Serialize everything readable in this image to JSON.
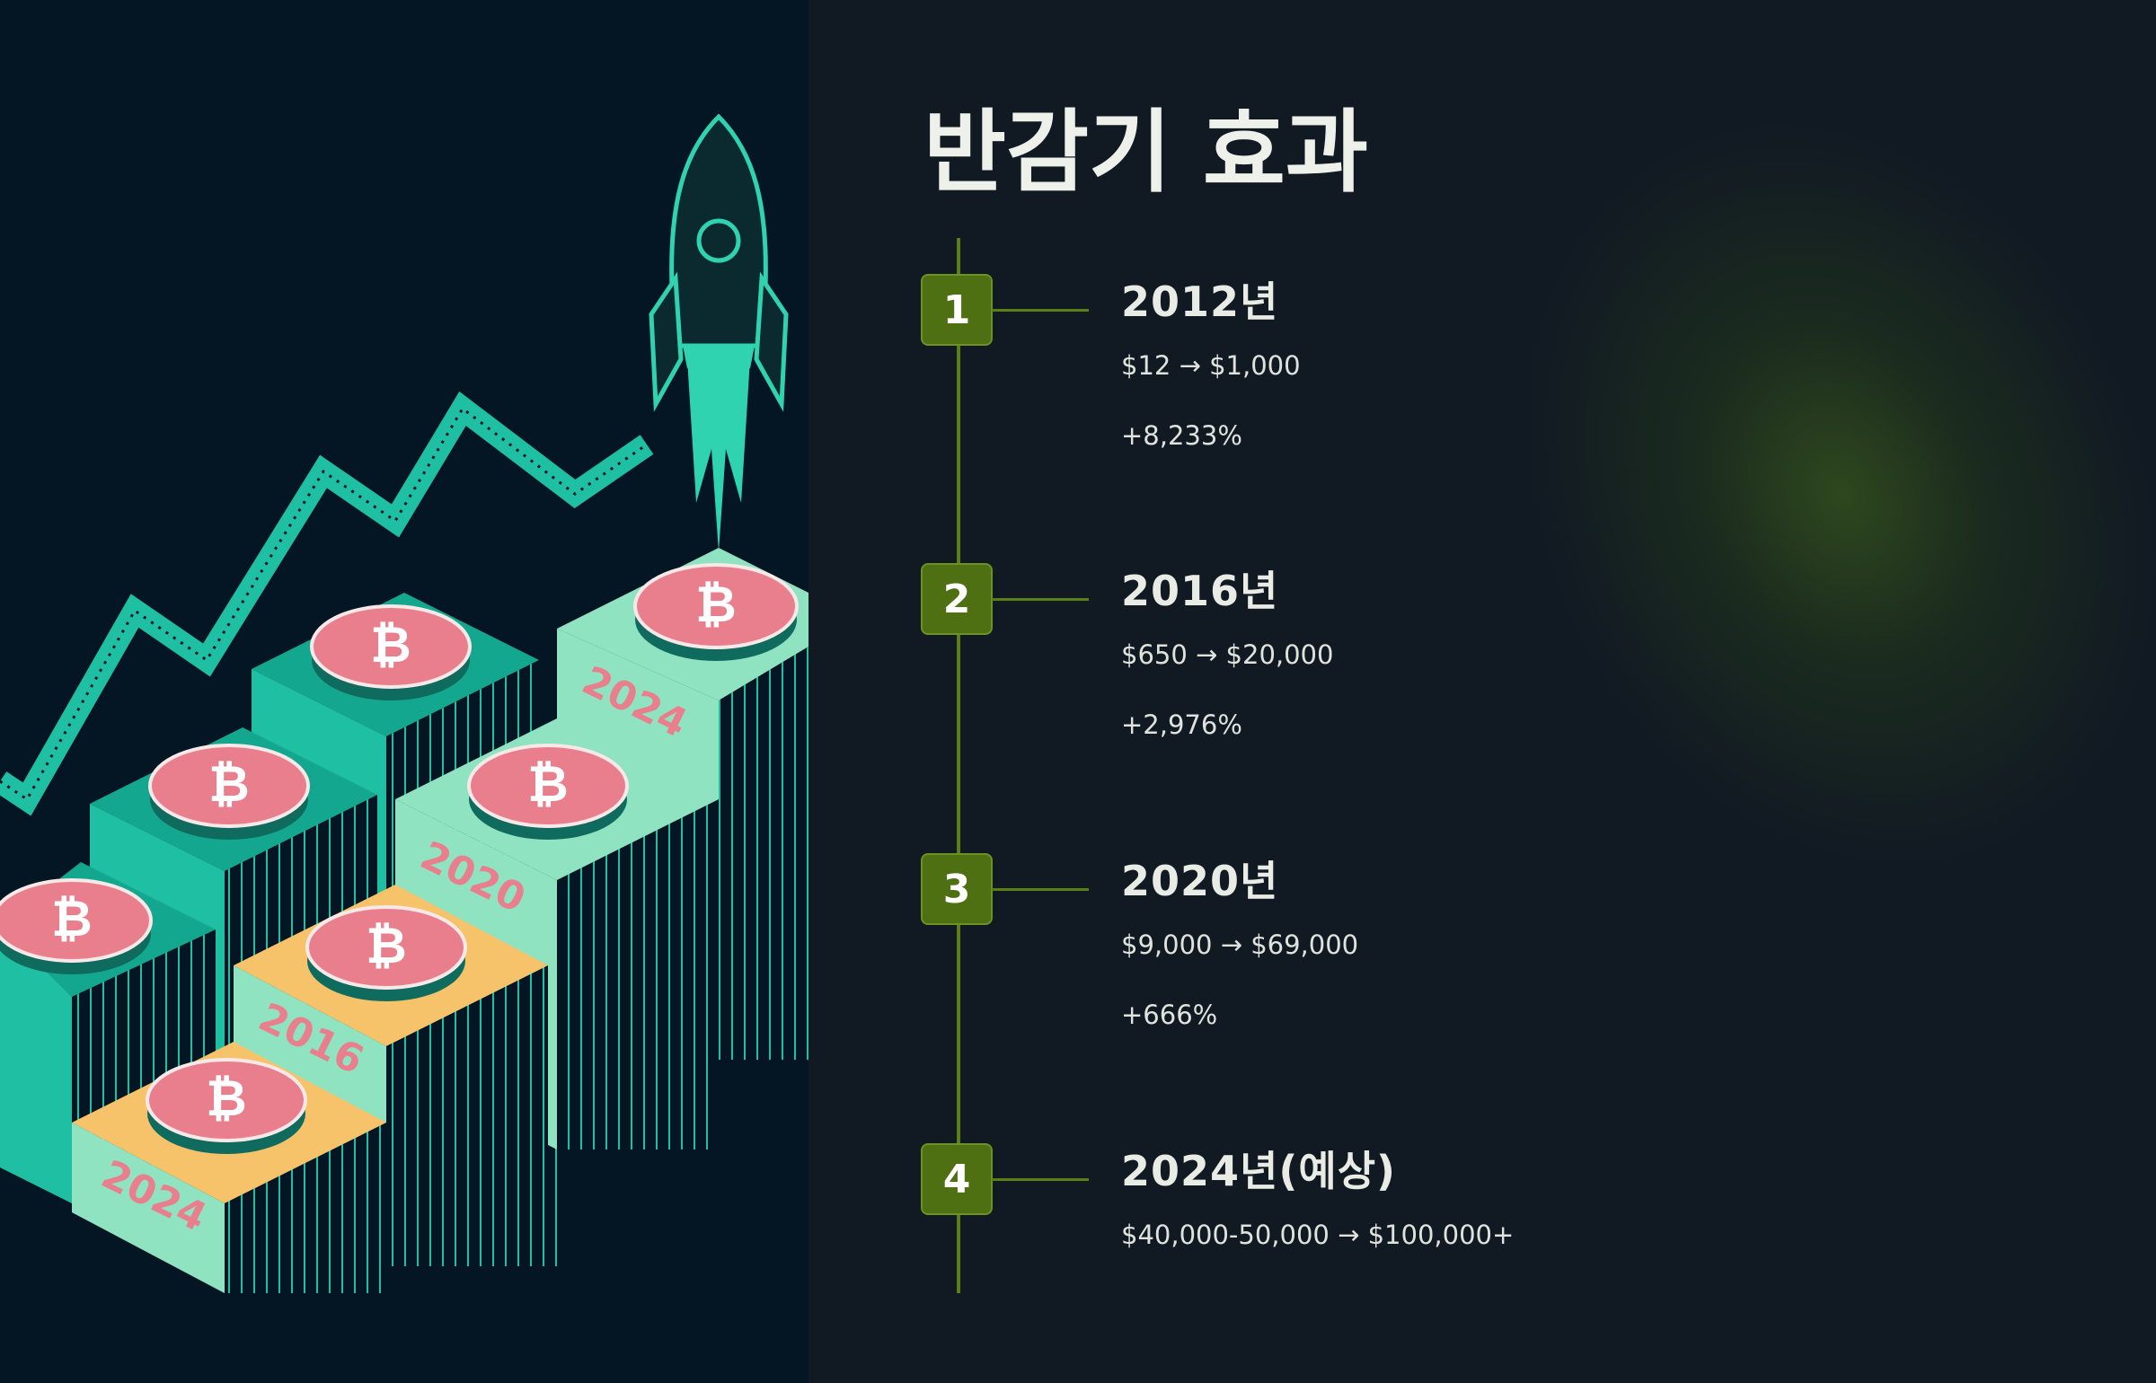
{
  "title": "반감기 효과",
  "illustration": {
    "block_labels": [
      "2024",
      "2020",
      "2016",
      "2024"
    ],
    "coin_symbol": "₿"
  },
  "steps": [
    {
      "number": "1",
      "year": "2012년",
      "price": "$12 → $1,000",
      "gain": "+8,233%"
    },
    {
      "number": "2",
      "year": "2016년",
      "price": "$650 → $20,000",
      "gain": "+2,976%"
    },
    {
      "number": "3",
      "year": "2020년",
      "price": "$9,000 → $69,000",
      "gain": "+666%"
    },
    {
      "number": "4",
      "year": "2024년(예상)",
      "price": "$40,000-50,000 → $100,000+",
      "gain": ""
    }
  ],
  "colors": {
    "panel_bg": "#041523",
    "slide_bg": "#111923",
    "accent_green": "#5a7f14",
    "teal": "#1fbfa3",
    "mint": "#8fe3c0",
    "yellow": "#f6c36a",
    "coin_pink": "#e97f8c"
  }
}
